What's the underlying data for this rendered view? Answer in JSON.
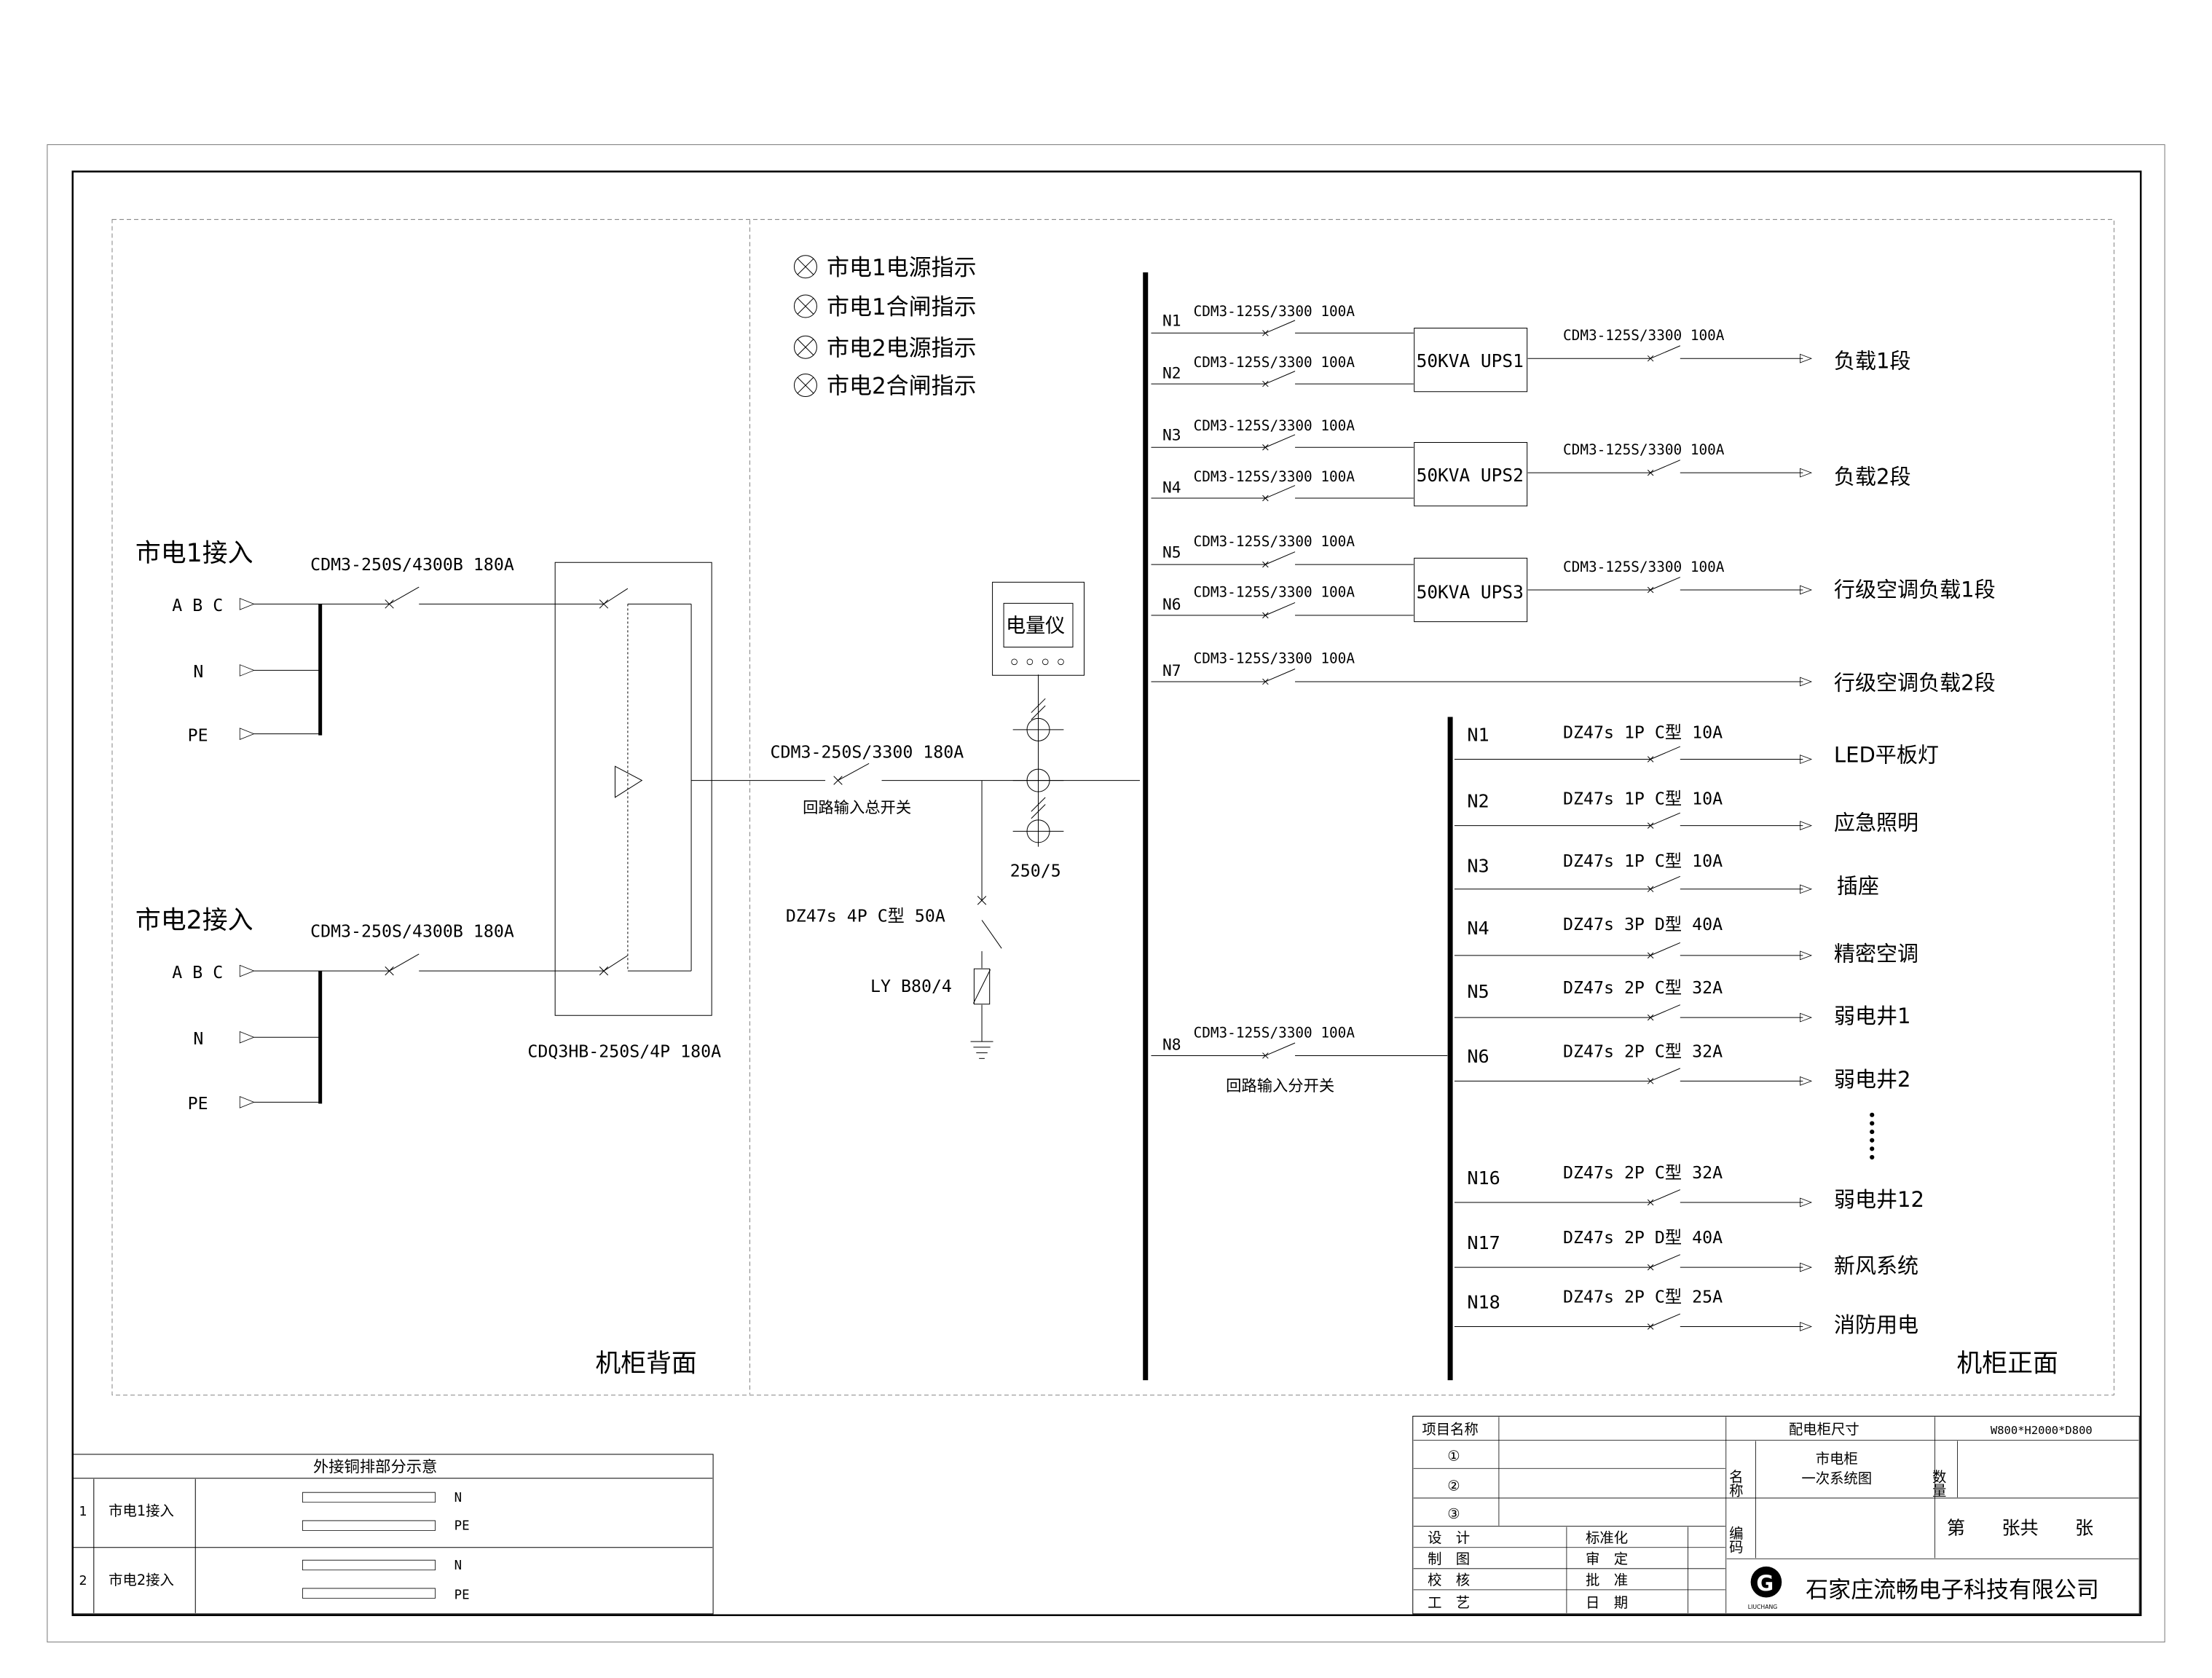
{
  "indicators": [
    "市电1电源指示",
    "市电1合闸指示",
    "市电2电源指示",
    "市电2合闸指示"
  ],
  "sources": [
    {
      "title": "市电1接入",
      "breaker": "CDM3-250S/4300B 180A",
      "phases": "A B C",
      "neutral": "N",
      "earth": "PE"
    },
    {
      "title": "市电2接入",
      "breaker": "CDM3-250S/4300B 180A",
      "phases": "A B C",
      "neutral": "N",
      "earth": "PE"
    }
  ],
  "ats_label": "CDQ3HB-250S/4P 180A",
  "main_breaker": {
    "label": "CDM3-250S/3300 180A",
    "note": "回路输入总开关"
  },
  "meter": {
    "label": "电量仪",
    "ct": "250/5"
  },
  "surge": {
    "breaker": "DZ47s 4P C型 50A",
    "arrester": "LY B80/4"
  },
  "feeders": [
    {
      "id": "N1",
      "breaker": "CDM3-125S/3300 100A"
    },
    {
      "id": "N2",
      "breaker": "CDM3-125S/3300 100A"
    },
    {
      "id": "N3",
      "breaker": "CDM3-125S/3300 100A"
    },
    {
      "id": "N4",
      "breaker": "CDM3-125S/3300 100A"
    },
    {
      "id": "N5",
      "breaker": "CDM3-125S/3300 100A"
    },
    {
      "id": "N6",
      "breaker": "CDM3-125S/3300 100A"
    },
    {
      "id": "N7",
      "breaker": "CDM3-125S/3300 100A"
    },
    {
      "id": "N8",
      "breaker": "CDM3-125S/3300 100A",
      "note": "回路输入分开关"
    }
  ],
  "ups": [
    {
      "label": "50KVA UPS1",
      "breaker": "CDM3-125S/3300 100A",
      "load": "负载1段"
    },
    {
      "label": "50KVA UPS2",
      "breaker": "CDM3-125S/3300 100A",
      "load": "负载2段"
    },
    {
      "label": "50KVA UPS3",
      "breaker": "CDM3-125S/3300 100A",
      "load": "行级空调负载1段"
    }
  ],
  "n7_load": "行级空调负载2段",
  "branches": [
    {
      "id": "N1",
      "breaker": "DZ47s 1P C型 10A",
      "load": "LED平板灯"
    },
    {
      "id": "N2",
      "breaker": "DZ47s 1P C型 10A",
      "load": "应急照明"
    },
    {
      "id": "N3",
      "breaker": "DZ47s 1P C型 10A",
      "load": "插座"
    },
    {
      "id": "N4",
      "breaker": "DZ47s 3P D型 40A",
      "load": "精密空调"
    },
    {
      "id": "N5",
      "breaker": "DZ47s 2P C型 32A",
      "load": "弱电井1"
    },
    {
      "id": "N6",
      "breaker": "DZ47s 2P C型 32A",
      "load": "弱电井2"
    },
    {
      "id": "N16",
      "breaker": "DZ47s 2P C型 32A",
      "load": "弱电井12"
    },
    {
      "id": "N17",
      "breaker": "DZ47s 2P D型 40A",
      "load": "新风系统"
    },
    {
      "id": "N18",
      "breaker": "DZ47s 2P C型 25A",
      "load": "消防用电"
    }
  ],
  "panels": {
    "back": "机柜背面",
    "front": "机柜正面"
  },
  "busbar_table": {
    "title": "外接铜排部分示意",
    "rows": [
      {
        "no": "1",
        "name": "市电1接入",
        "bars": [
          "N",
          "PE"
        ]
      },
      {
        "no": "2",
        "name": "市电2接入",
        "bars": [
          "N",
          "PE"
        ]
      }
    ]
  },
  "title_block": {
    "project_label": "项目名称",
    "revisions": [
      "①",
      "②",
      "③"
    ],
    "roles": [
      "设　计",
      "制　图",
      "校　核",
      "工　艺"
    ],
    "approvals": [
      "标准化",
      "审　定",
      "批　准",
      "日　期"
    ],
    "size_label": "配电柜尺寸",
    "size_value": "W800*H2000*D800",
    "name_label": "名称",
    "name_value": [
      "市电柜",
      "一次系统图"
    ],
    "qty_label": "数量",
    "code_label": "编码",
    "sheet": "第　　张共　　张",
    "company": "石家庄流畅电子科技有限公司",
    "logo_letter": "G",
    "logo_text": "LIUCHANG"
  }
}
